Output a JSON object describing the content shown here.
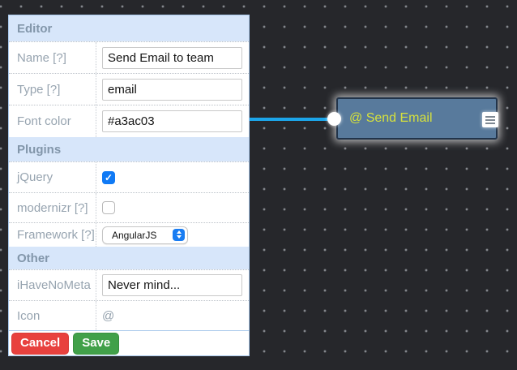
{
  "colors": {
    "canvas_bg": "#26272b",
    "grid_dot": "#85888e",
    "connection_blue": "#1ca5e9",
    "node_bg": "#587a9c",
    "node_border": "#22344a",
    "node_text": "#d6e13c",
    "section_header_bg": "#d7e6fa",
    "checkbox_blue": "#107af5",
    "cancel_red": "#e8413e",
    "save_green": "#41a049"
  },
  "editor_panel": {
    "sections": {
      "editor": {
        "title": "Editor"
      },
      "plugins": {
        "title": "Plugins"
      },
      "other": {
        "title": "Other"
      }
    },
    "fields": {
      "name": {
        "label": "Name [?]",
        "value": "Send Email to team"
      },
      "type": {
        "label": "Type [?]",
        "value": "email"
      },
      "font_color": {
        "label": "Font color",
        "value": "#a3ac03"
      },
      "jquery": {
        "label": "jQuery",
        "checked": true,
        "check_glyph": "✓"
      },
      "modernizr": {
        "label": "modernizr [?]",
        "checked": false
      },
      "framework": {
        "label": "Framework [?]",
        "value": "AngularJS"
      },
      "ihavenometa": {
        "label": "iHaveNoMeta",
        "value": "Never mind..."
      },
      "icon": {
        "label": "Icon",
        "value": "@"
      }
    },
    "buttons": {
      "cancel": "Cancel",
      "save": "Save"
    }
  },
  "node": {
    "label": "@ Send Email"
  }
}
